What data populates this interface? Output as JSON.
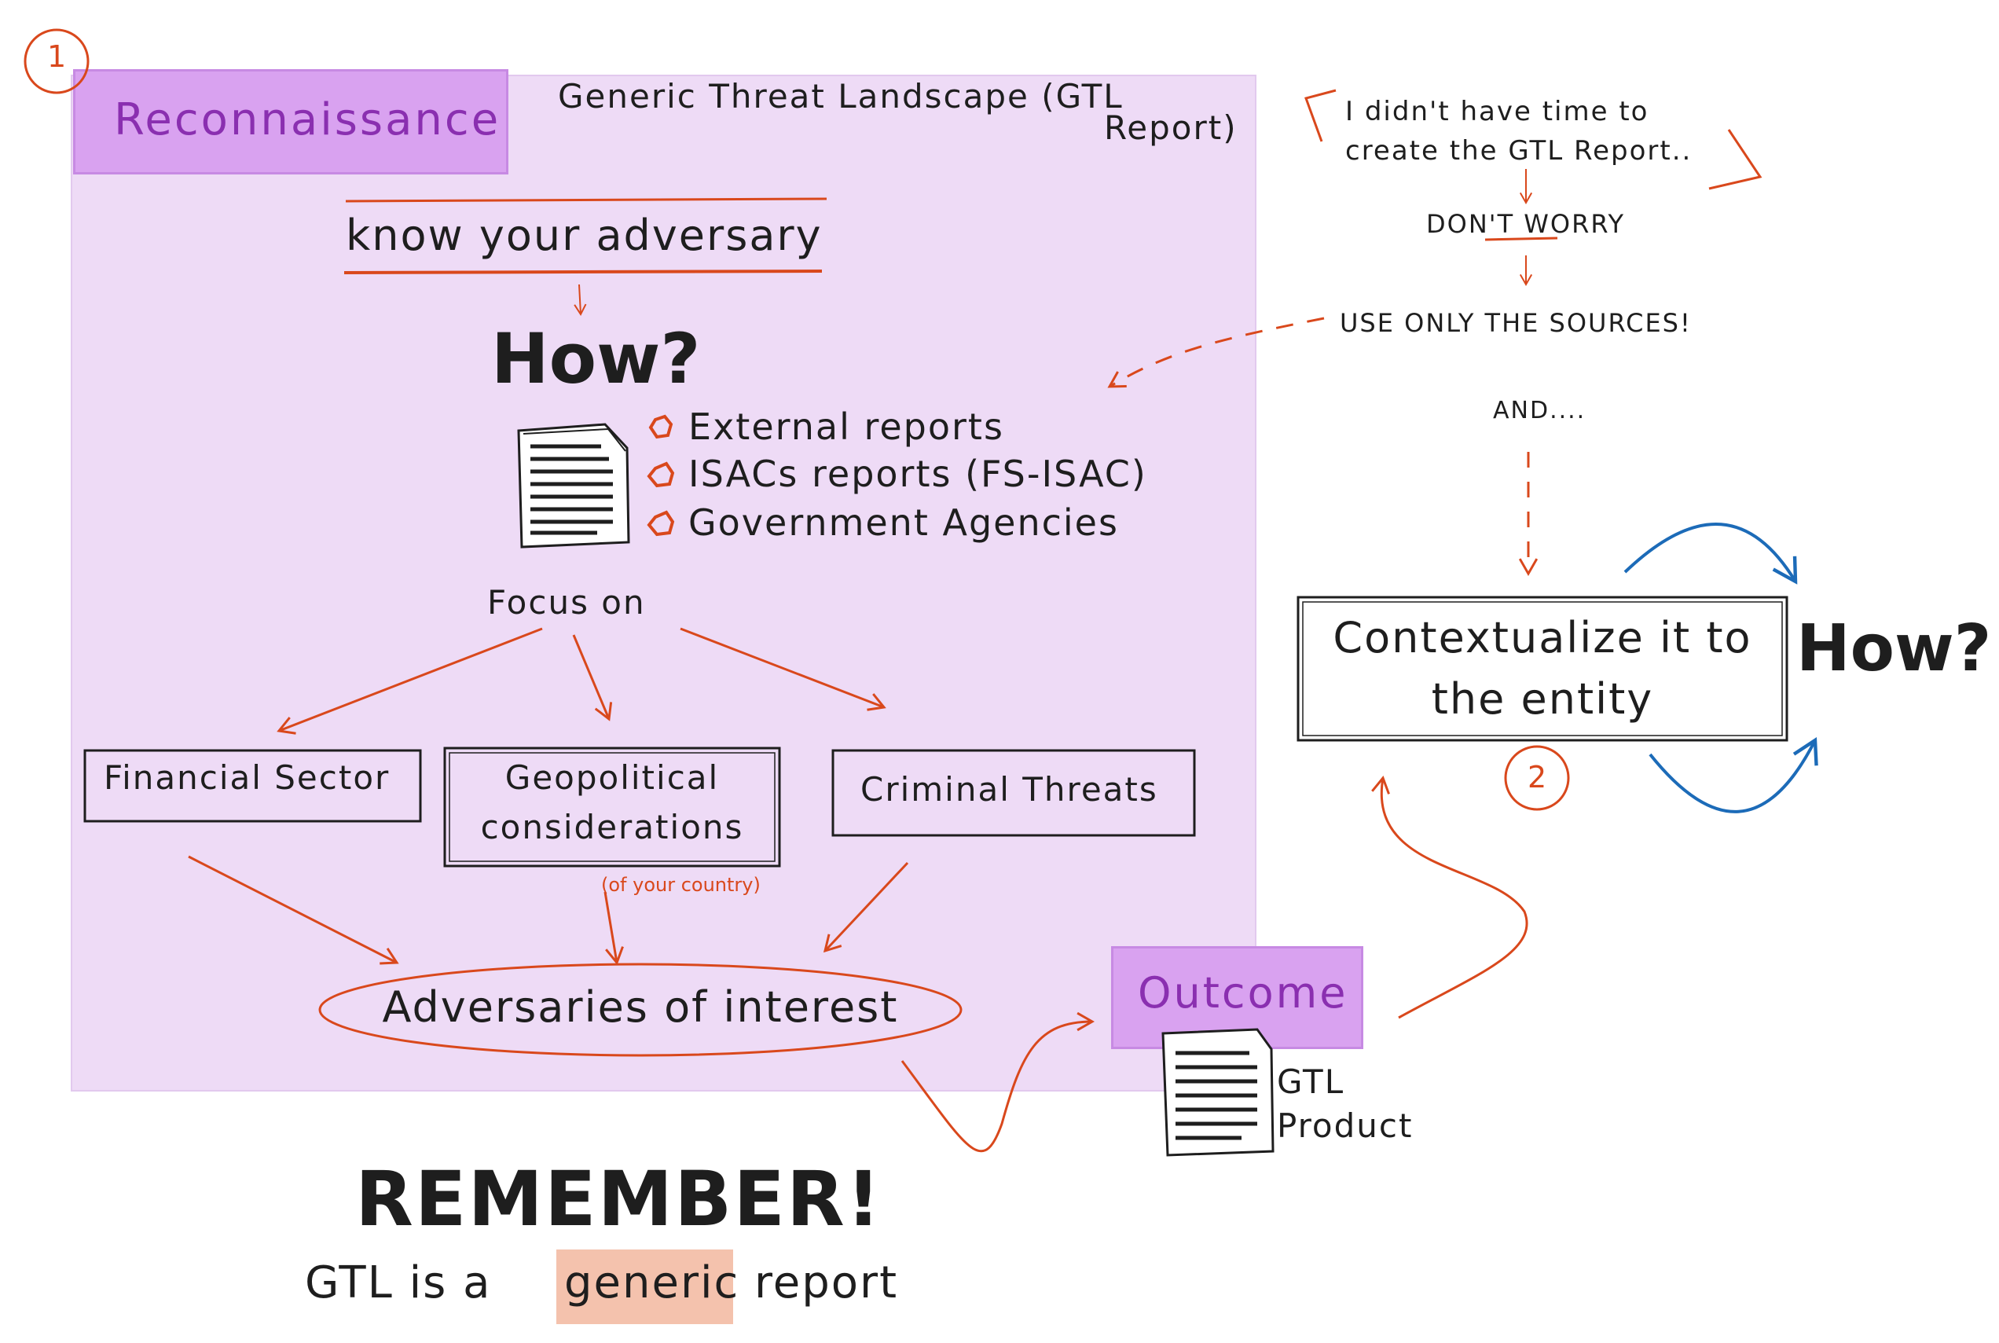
{
  "header": {
    "recon_label": "Reconnaissance",
    "step1": "1",
    "gtl_title_line1": "Generic Threat Landscape (GTL",
    "gtl_title_line2": "Report)"
  },
  "main": {
    "know": "know your adversary",
    "how": "How?",
    "sources": [
      "External reports",
      "ISACs reports (FS-ISAC)",
      "Government Agencies"
    ],
    "focus_on": "Focus on",
    "focus_boxes": {
      "financial": "Financial Sector",
      "geo_line1": "Geopolitical",
      "geo_line2": "considerations",
      "criminal": "Criminal Threats"
    },
    "country_note": "(of your country)",
    "adversaries": "Adversaries of interest"
  },
  "outcome": {
    "label": "Outcome",
    "product_line1": "GTL",
    "product_line2": "Product"
  },
  "side": {
    "note_line1": "I didn't have time to",
    "note_line2": "create the GTL Report..",
    "dont_worry": "DON'T WORRY",
    "use_only": "USE ONLY THE SOURCES!",
    "and": "AND....",
    "context_line1": "Contextualize it to",
    "context_line2": "the entity",
    "how": "How?",
    "step2": "2"
  },
  "footer": {
    "remember": "REMEMBER!",
    "gtl_is_a": "GTL is a",
    "generic": "generic",
    "report": "report"
  },
  "colors": {
    "accent_orange": "#d9481c",
    "blue": "#1c6bb8",
    "purple_fill": "#eedbf6",
    "purple_label": "#d9a2f0",
    "purple_text": "#8a2fb0",
    "highlight": "#f4c2ad"
  }
}
